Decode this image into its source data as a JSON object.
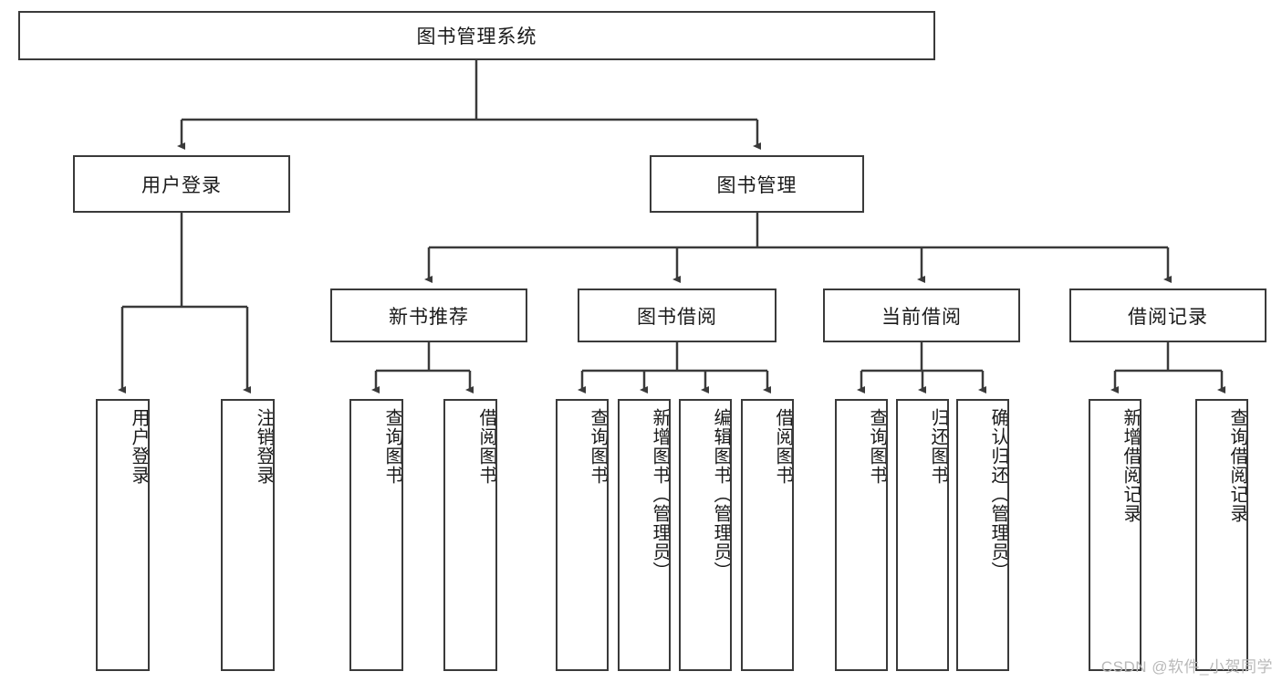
{
  "diagram": {
    "title_node": {
      "label": "图书管理系统"
    },
    "level2": [
      {
        "id": "user-login",
        "label": "用户登录"
      },
      {
        "id": "book-management",
        "label": "图书管理"
      }
    ],
    "level3": [
      {
        "id": "new-book-recommend",
        "label": "新书推荐"
      },
      {
        "id": "book-borrow",
        "label": "图书借阅"
      },
      {
        "id": "current-borrow",
        "label": "当前借阅"
      },
      {
        "id": "borrow-record",
        "label": "借阅记录"
      }
    ],
    "leaves": [
      {
        "id": "leaf-user-login",
        "label": "用户登录",
        "parent": "user-login"
      },
      {
        "id": "leaf-logout-login",
        "label": "注销登录",
        "parent": "user-login"
      },
      {
        "id": "leaf-query-book-1",
        "label": "查询图书",
        "parent": "new-book-recommend"
      },
      {
        "id": "leaf-borrow-book-1",
        "label": "借阅图书",
        "parent": "new-book-recommend"
      },
      {
        "id": "leaf-query-book-2",
        "label": "查询图书",
        "parent": "book-borrow"
      },
      {
        "id": "leaf-add-book",
        "label": "新增图书（管理员）",
        "parent": "book-borrow"
      },
      {
        "id": "leaf-edit-book",
        "label": "编辑图书（管理员）",
        "parent": "book-borrow"
      },
      {
        "id": "leaf-borrow-book-2",
        "label": "借阅图书",
        "parent": "book-borrow"
      },
      {
        "id": "leaf-query-book-3",
        "label": "查询图书",
        "parent": "current-borrow"
      },
      {
        "id": "leaf-return-book",
        "label": "归还图书",
        "parent": "current-borrow"
      },
      {
        "id": "leaf-confirm-return",
        "label": "确认归还（管理员）",
        "parent": "current-borrow"
      },
      {
        "id": "leaf-add-record",
        "label": "新增借阅记录",
        "parent": "borrow-record"
      },
      {
        "id": "leaf-query-record",
        "label": "查询借阅记录",
        "parent": "borrow-record"
      }
    ],
    "colors": {
      "stroke": "#3a3a3a",
      "fill": "#ffffff",
      "text": "#1a1a1a",
      "watermark": "#b9b9b9"
    }
  },
  "watermark": {
    "text": "CSDN @软件_小贺同学"
  }
}
